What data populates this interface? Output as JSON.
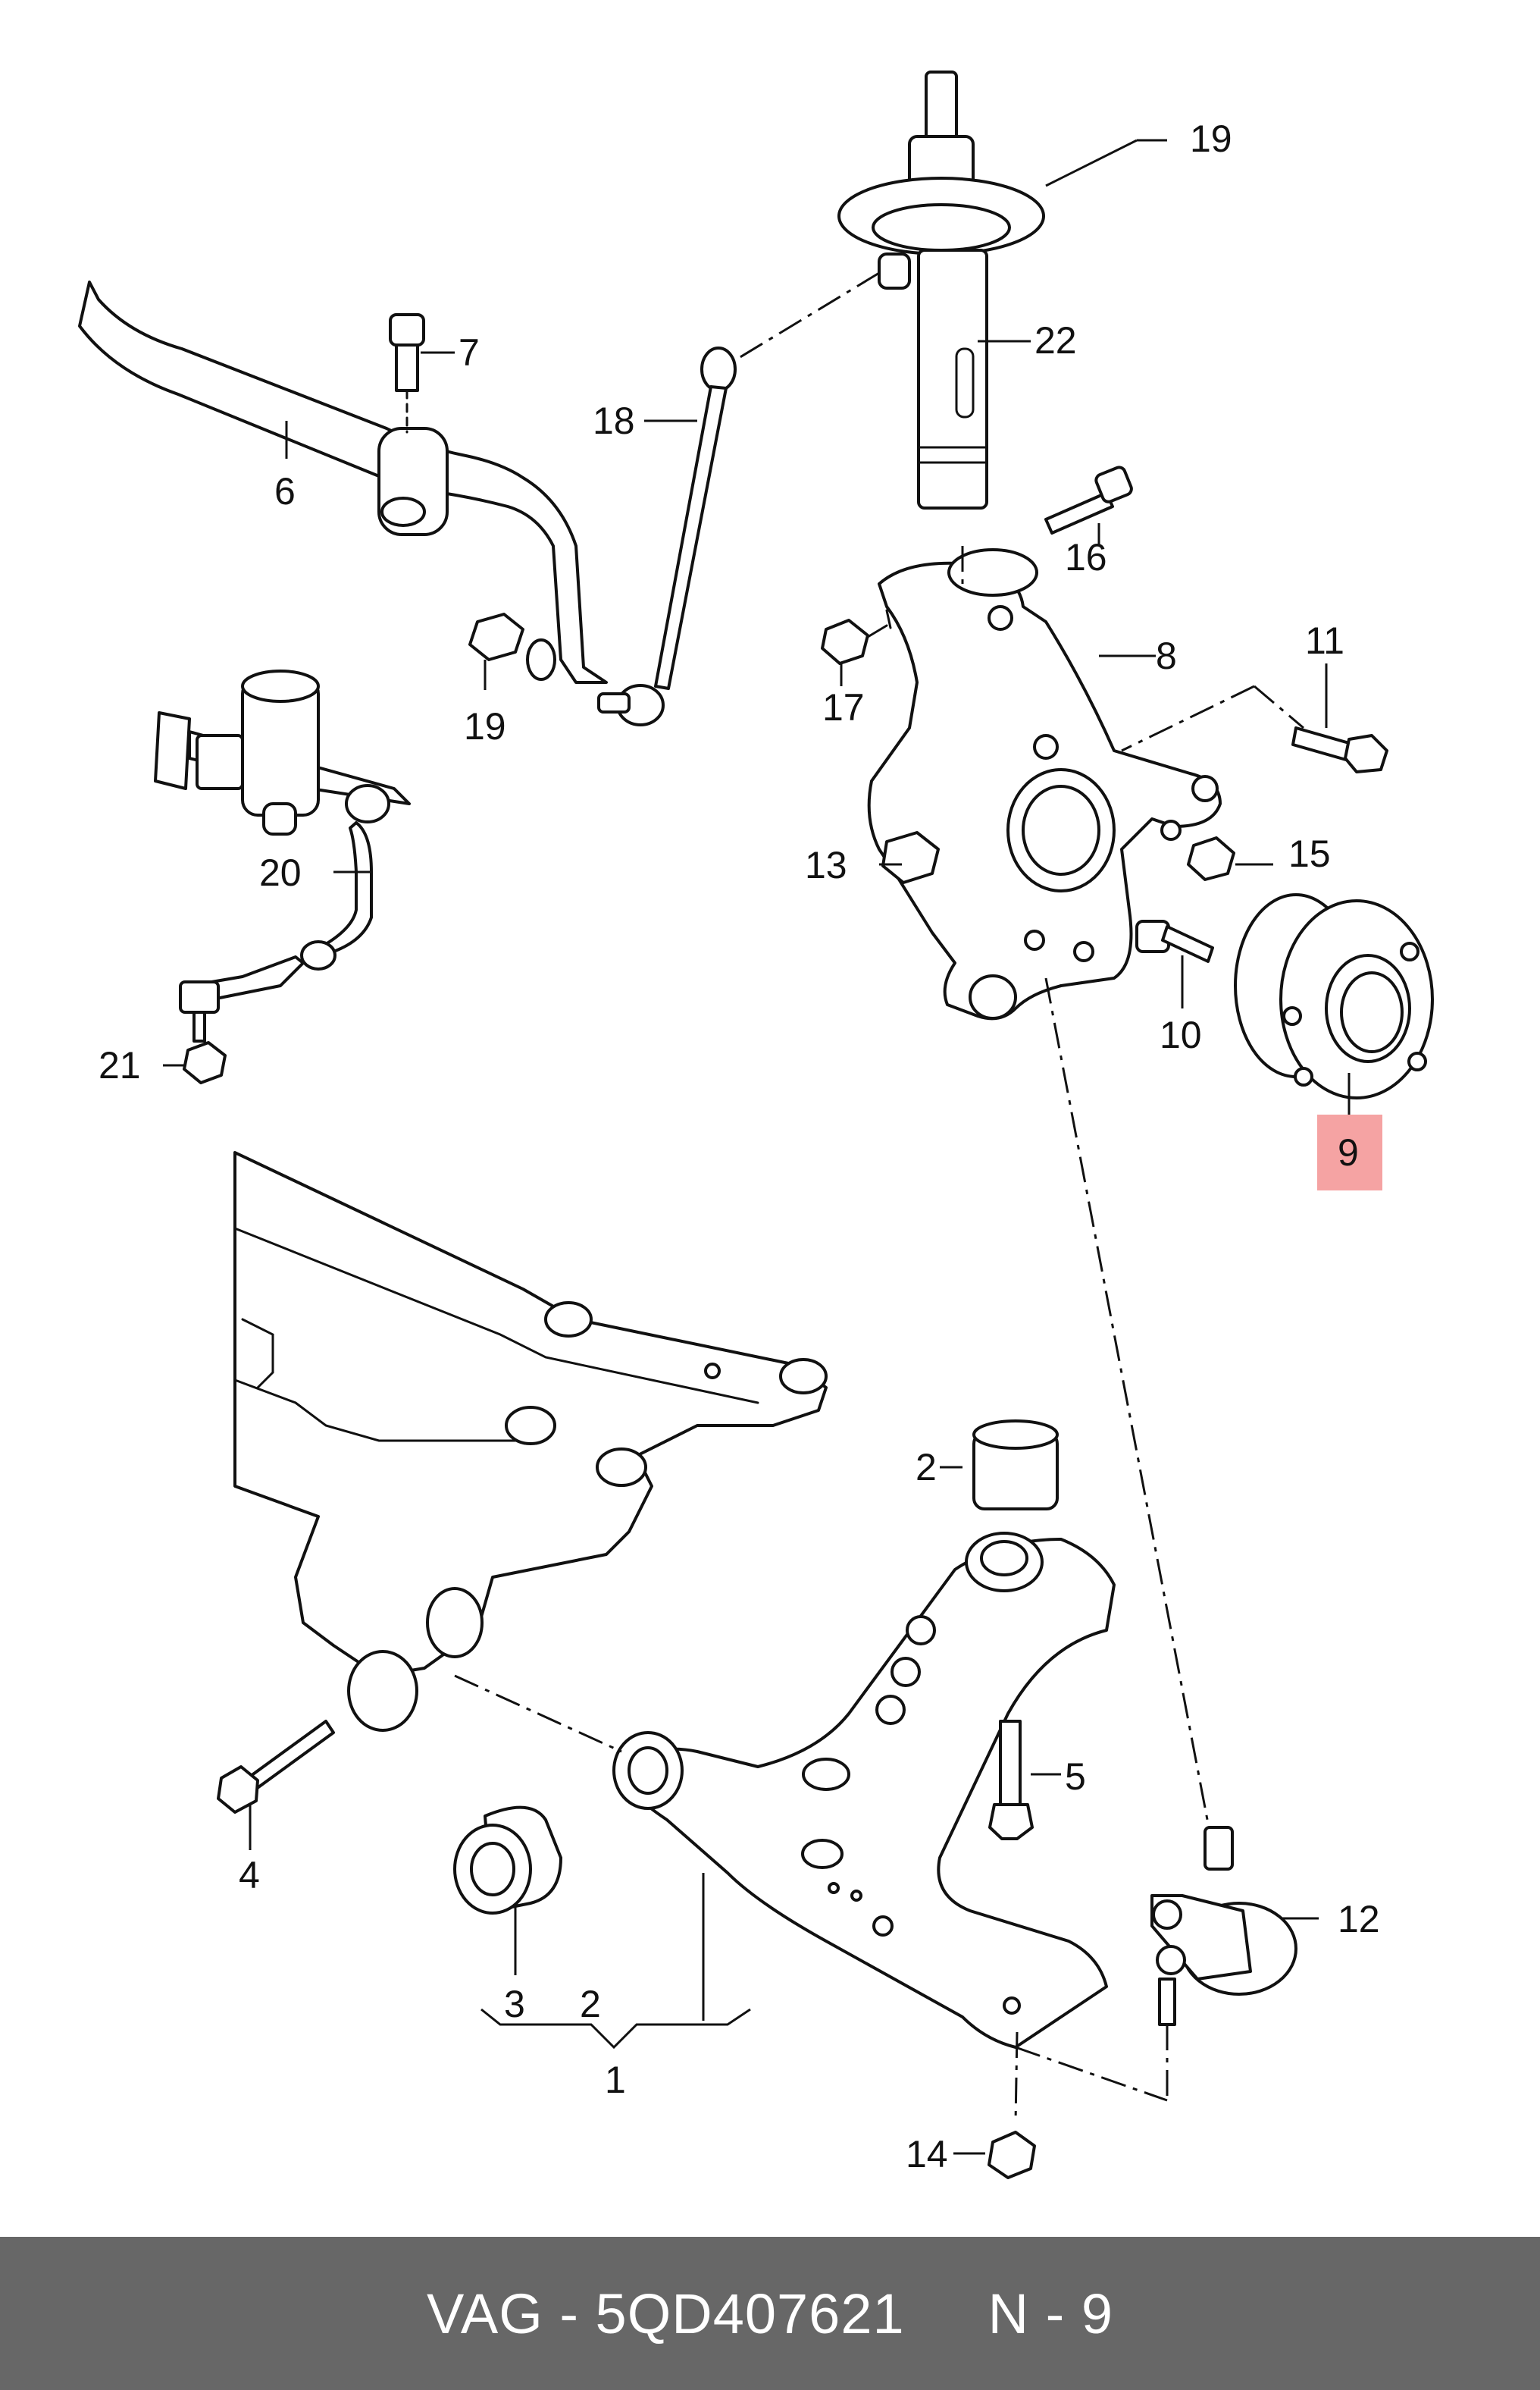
{
  "callouts": {
    "c1": "1",
    "c2a": "2",
    "c2b": "2",
    "c3": "3",
    "c4": "4",
    "c5": "5",
    "c6": "6",
    "c7": "7",
    "c8": "8",
    "c9": "9",
    "c10": "10",
    "c11": "11",
    "c12": "12",
    "c13": "13",
    "c14": "14",
    "c15": "15",
    "c16": "16",
    "c17": "17",
    "c18": "18",
    "c19a": "19",
    "c19b": "19",
    "c20": "20",
    "c21": "21",
    "c22": "22"
  },
  "highlight": {
    "part": "9",
    "color": "#f5a3a3"
  },
  "footer": {
    "brand_part": "VAG - 5QD407621",
    "part_ref": "N - 9",
    "bg_color": "#676767"
  }
}
